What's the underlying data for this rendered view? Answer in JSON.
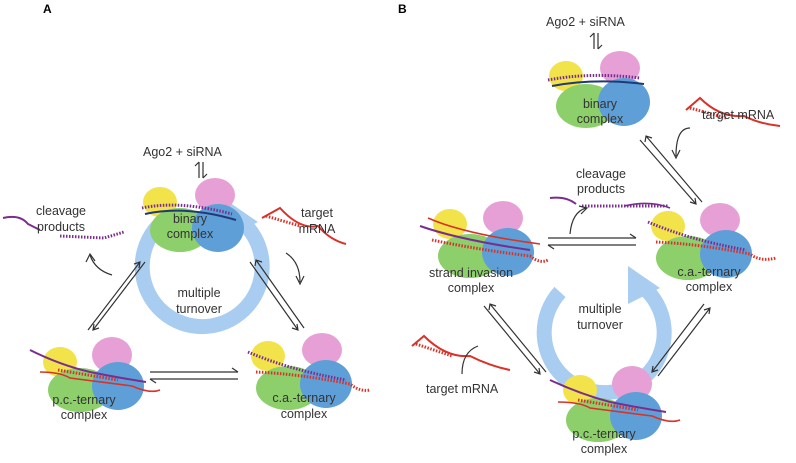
{
  "panels": {
    "a": {
      "label": "A",
      "ago2_sirna": "Ago2 + siRNA",
      "binary_complex": [
        "binary",
        "complex"
      ],
      "target_mrna": [
        "target",
        "mRNA"
      ],
      "cleavage_products": [
        "cleavage",
        "products"
      ],
      "pc_ternary": [
        "p.c.-ternary",
        "complex"
      ],
      "ca_ternary": [
        "c.a.-ternary",
        "complex"
      ],
      "cycle": [
        "multiple",
        "turnover"
      ]
    },
    "b": {
      "label": "B",
      "ago2_sirna": "Ago2 + siRNA",
      "binary_complex": [
        "binary",
        "complex"
      ],
      "target_mrna_top": "target mRNA",
      "target_mrna_bottom": "target mRNA",
      "cleavage_products": [
        "cleavage",
        "products"
      ],
      "strand_invasion": [
        "strand invasion",
        "complex"
      ],
      "ca_ternary": [
        "c.a.-ternary",
        "complex"
      ],
      "pc_ternary": [
        "p.c.-ternary",
        "complex"
      ],
      "cycle": [
        "multiple",
        "turnover"
      ]
    }
  },
  "colors": {
    "guide_strand": "#7b2d8f",
    "target_strand": "#d8322a",
    "cycle_arrow": "#a9cdf0",
    "ago_yellow": "#f2e34a",
    "ago_pink": "#e7a0d6",
    "ago_green": "#8ccf6b",
    "ago_blue": "#5f9fd8"
  }
}
